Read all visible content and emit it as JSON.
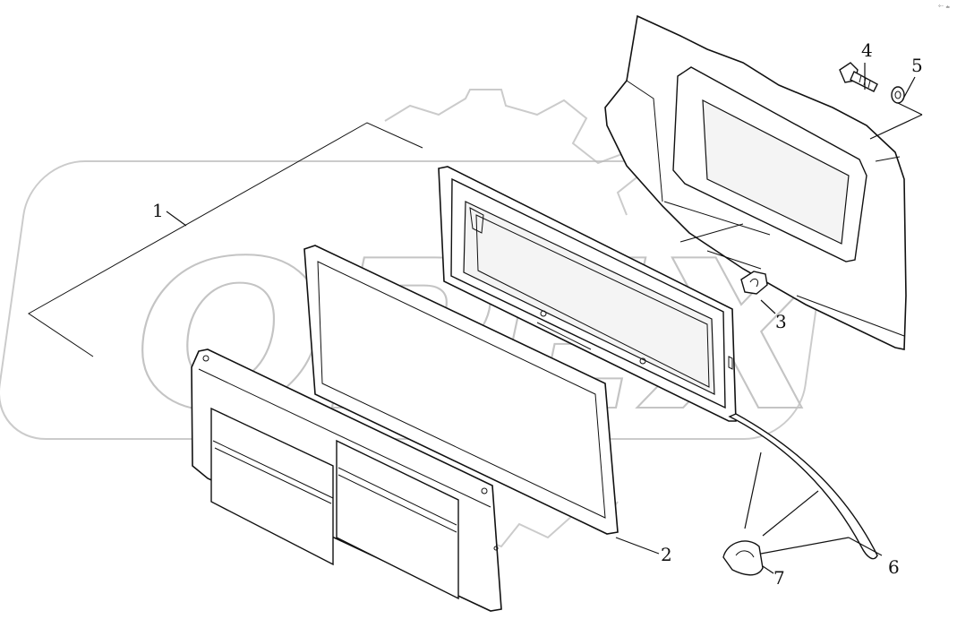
{
  "watermark": {
    "text": "OPEX",
    "icon": "gear-watermark"
  },
  "corner_mark": "°⁻ ≐",
  "callouts": [
    {
      "id": "1",
      "label": "1"
    },
    {
      "id": "2",
      "label": "2"
    },
    {
      "id": "3",
      "label": "3"
    },
    {
      "id": "4",
      "label": "4"
    },
    {
      "id": "5",
      "label": "5"
    },
    {
      "id": "6",
      "label": "6"
    },
    {
      "id": "7",
      "label": "7"
    }
  ]
}
